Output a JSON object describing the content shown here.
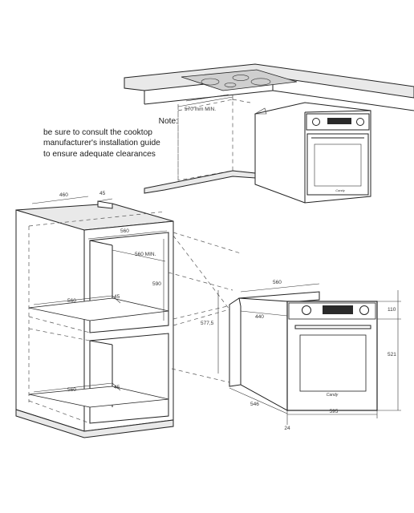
{
  "note": {
    "title": "Note:",
    "lines": [
      "be sure to consult the cooktop",
      "manufacturer's installation guide",
      "to ensure adequate clearances"
    ]
  },
  "cooktop_view": {
    "dimension_label": "570 mm MIN.",
    "oven_brand": "Candy"
  },
  "cabinet": {
    "top_width": "460",
    "top_depth": "45",
    "opening_width": "560",
    "opening_min_depth": "560 MIN.",
    "opening_height": "590",
    "upper_shelf_width": "560",
    "upper_shelf_gap": "45",
    "lower_shelf_width": "560",
    "lower_shelf_gap": "45"
  },
  "oven": {
    "width_top": "560",
    "depth_side": "440",
    "body_height": "577,5",
    "depth_total": "546",
    "front_width": "595",
    "front_offset": "24",
    "panel_height": "110",
    "door_height": "521",
    "brand": "Candy"
  }
}
